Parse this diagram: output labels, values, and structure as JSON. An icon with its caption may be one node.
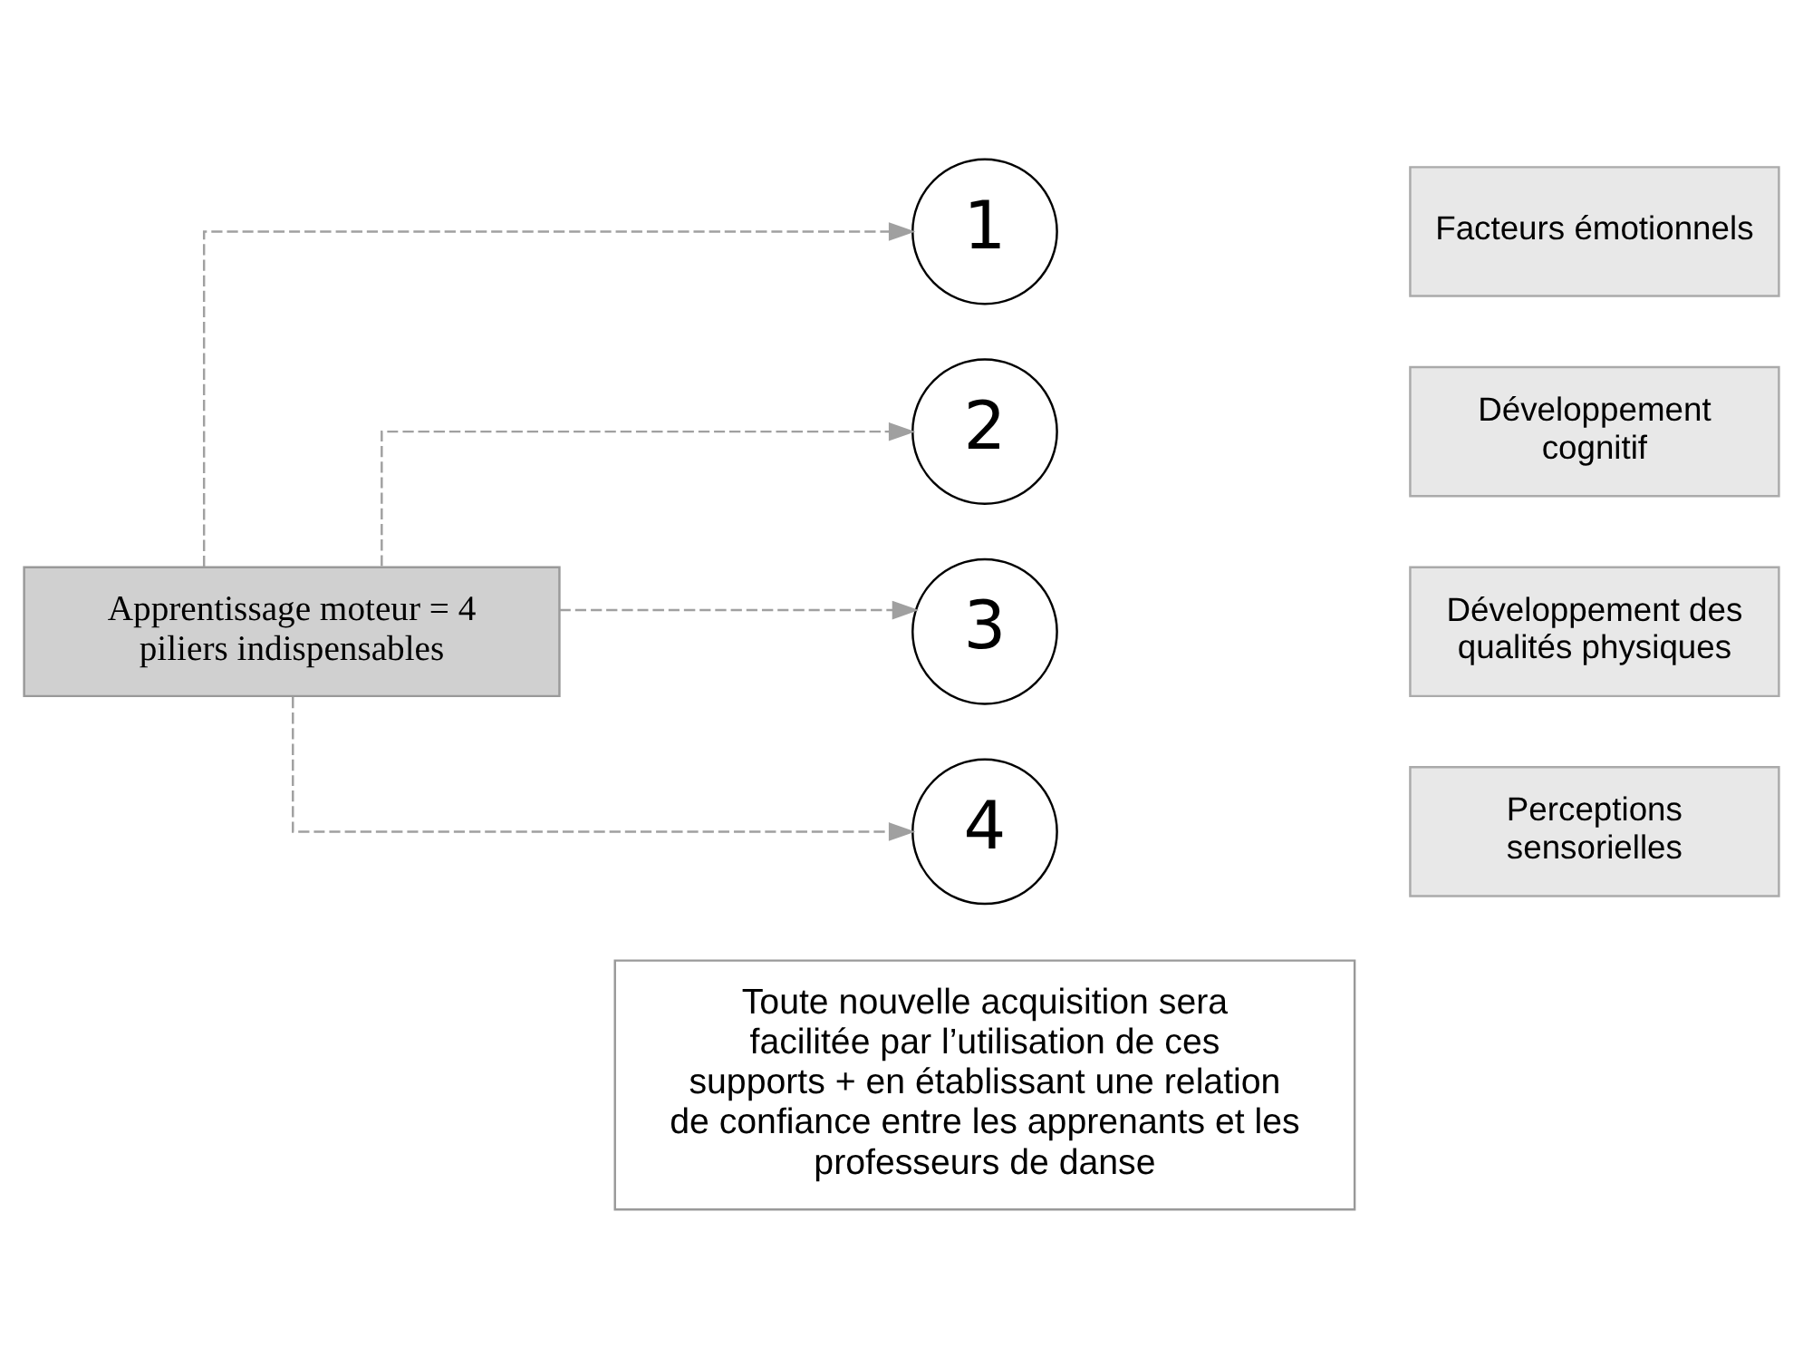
{
  "diagram": {
    "nodes": [
      {
        "text": [
          "Apprentissage moteur = 4 piliers indispensables"
        ]
      },
      {
        "text": [
          "1"
        ]
      },
      {
        "text": [
          "Facteurs émotionnels"
        ]
      },
      {
        "text": [
          "2"
        ]
      },
      {
        "text": [
          "Développement cognitif"
        ]
      },
      {
        "text": [
          "3"
        ]
      },
      {
        "text": [
          "Développement des qualités physiques"
        ]
      },
      {
        "text": [
          "4"
        ]
      },
      {
        "text": [
          "Perceptions sensorielles"
        ]
      },
      {
        "text": [
          "Toute nouvelle acquisition sera facilitée par l’utilisation de ces supports + en établissant une relation de confiance entre les apprenants et les professeurs de danse"
        ]
      }
    ],
    "edges": [
      {
        "from": 0,
        "to": 1,
        "arrow": "to",
        "style": "dashed"
      },
      {
        "from": 0,
        "to": 3,
        "arrow": "to",
        "style": "dashed"
      },
      {
        "from": 0,
        "to": 5,
        "arrow": "to",
        "style": "dashed"
      },
      {
        "from": 0,
        "to": 7,
        "arrow": "to",
        "style": "dashed"
      }
    ]
  }
}
